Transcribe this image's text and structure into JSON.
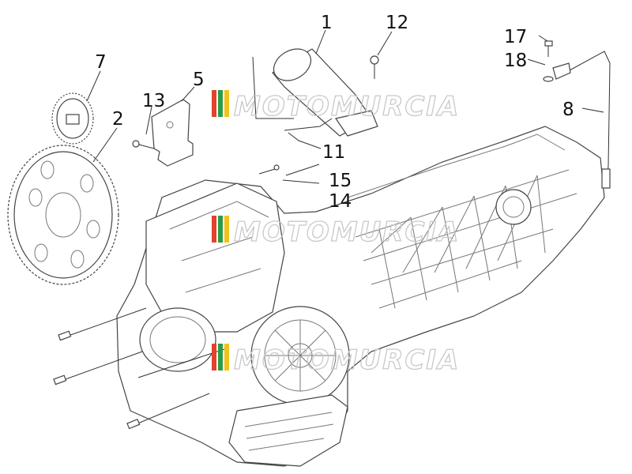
{
  "diagram": {
    "callouts": [
      "1",
      "2",
      "5",
      "7",
      "8",
      "11",
      "12",
      "13",
      "14",
      "15",
      "17",
      "18"
    ],
    "watermark": "MOTOMURCIA",
    "stripe_colors": [
      "#e2432b",
      "#2e9a47",
      "#f2c21b"
    ]
  }
}
